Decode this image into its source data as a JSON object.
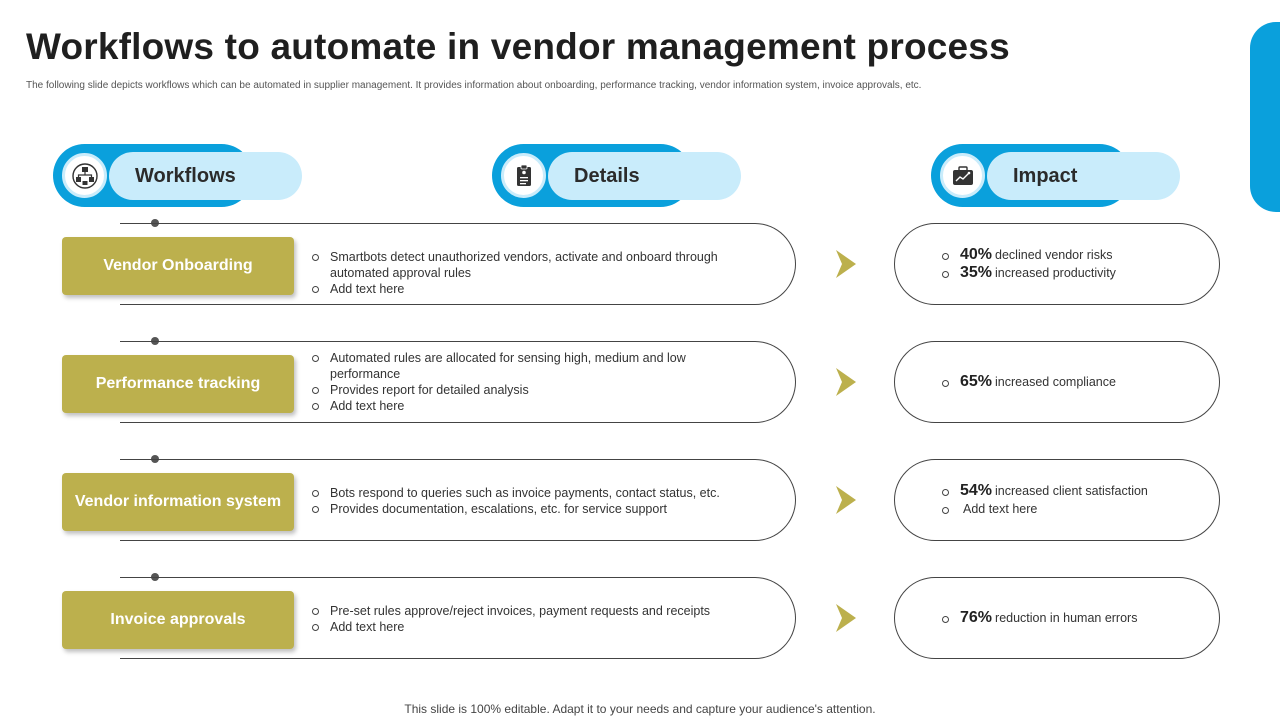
{
  "title": "Workflows to automate in vendor management process",
  "subtitle": "The following slide depicts workflows which can be automated in supplier management.  It provides information about onboarding, performance tracking, vendor information system, invoice approvals, etc.",
  "headers": {
    "workflows": {
      "label": "Workflows",
      "icon": "workflow-network-icon"
    },
    "details": {
      "label": "Details",
      "icon": "clipboard-document-icon"
    },
    "impact": {
      "label": "Impact",
      "icon": "briefcase-chart-icon"
    }
  },
  "colors": {
    "accent_blue": "#0aa0dc",
    "light_blue": "#c9ecfb",
    "olive": "#bcb04d",
    "arrow": "#bcb04d"
  },
  "rows": [
    {
      "label": "Vendor Onboarding",
      "details": [
        "Smartbots detect unauthorized vendors, activate and onboard through automated approval  rules",
        "Add text here"
      ],
      "impacts": [
        {
          "pct": "40%",
          "text": "declined vendor  risks"
        },
        {
          "pct": "35%",
          "text": "increased productivity"
        }
      ]
    },
    {
      "label": "Performance tracking",
      "details": [
        "Automated rules are allocated for sensing high, medium and low performance",
        "Provides report  for detailed analysis",
        "Add text here"
      ],
      "impacts": [
        {
          "pct": "65%",
          "text": "increased compliance"
        }
      ]
    },
    {
      "label": "Vendor information system",
      "details": [
        "Bots respond  to queries such as invoice  payments, contact status, etc.",
        "Provides documentation,  escalations, etc. for service  support"
      ],
      "impacts": [
        {
          "pct": "54%",
          "text": "increased client satisfaction"
        },
        {
          "pct": "",
          "text": "Add text here"
        }
      ]
    },
    {
      "label": "Invoice approvals",
      "details": [
        "Pre-set rules approve/reject  invoices, payment requests and receipts",
        "Add text here"
      ],
      "impacts": [
        {
          "pct": "76%",
          "text": "reduction in human  errors"
        }
      ]
    }
  ],
  "footer": "This slide is 100% editable. Adapt it to your needs and capture your audience's attention."
}
